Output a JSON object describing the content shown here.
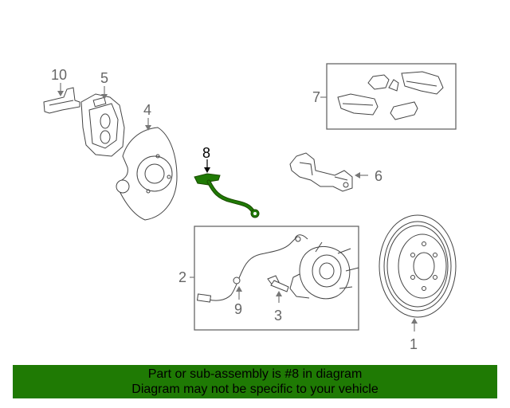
{
  "callouts": {
    "c1": "1",
    "c2": "2",
    "c3": "3",
    "c4": "4",
    "c5": "5",
    "c6": "6",
    "c7": "7",
    "c8": "8",
    "c9": "9",
    "c10": "10"
  },
  "highlight_color": "#1f7a04",
  "banner": {
    "line1": "Part or sub-assembly is #8 in diagram",
    "line2": "Diagram may not be specific to your vehicle"
  }
}
